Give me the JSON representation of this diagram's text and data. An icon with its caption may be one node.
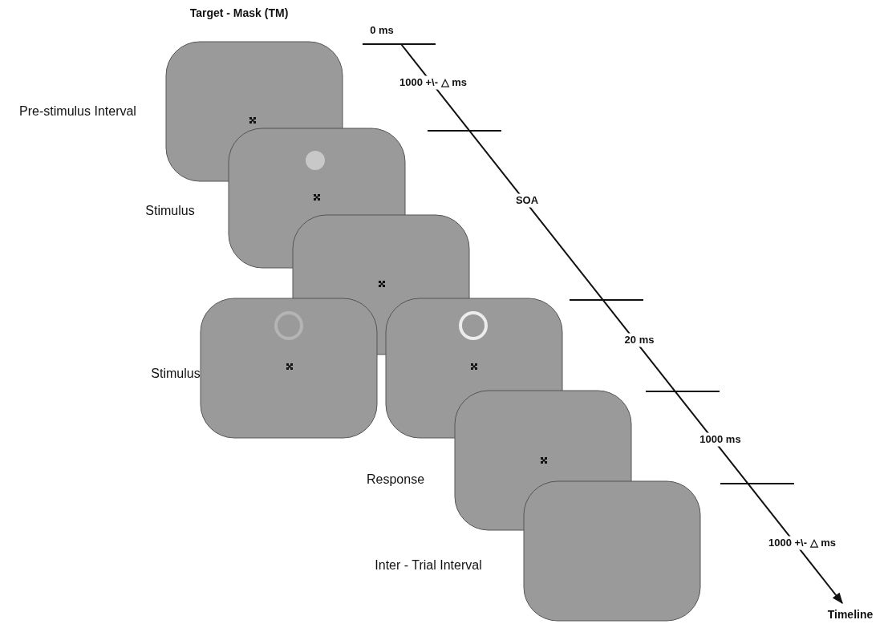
{
  "diagram": {
    "labels": [
      "Target - Mask (TM)",
      "0 ms",
      "1000 +\\- △ ms",
      "Pre-stimulus Interval",
      "Stimulus",
      "SOA",
      "Stimulus",
      "20 ms",
      "1000 ms",
      "Response",
      "1000 +\\- △ ms",
      "Inter - Trial Interval",
      "Timeline"
    ]
  }
}
